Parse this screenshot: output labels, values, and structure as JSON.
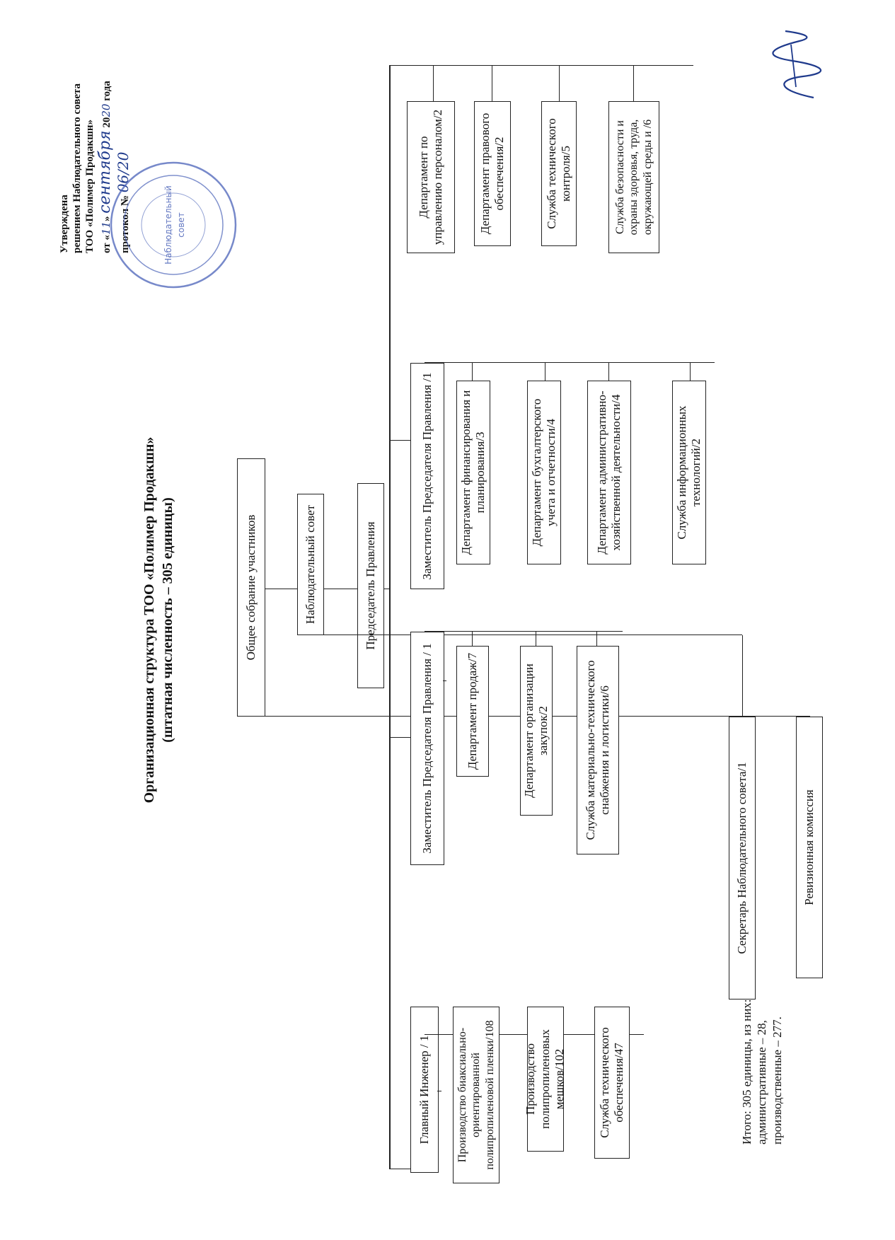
{
  "title": "Организационная структура ТОО «Полимер Продакшн»",
  "subtitle": "(штатная численность – 305 единицы)",
  "approval": {
    "line1": "Утверждена",
    "line2": "решением Наблюдательного совета",
    "line3": "ТОО «Полимер Продакшн»",
    "date_prefix": "от «",
    "date_day": "11",
    "date_mid": "»",
    "date_month": "сентября",
    "date_year_prefix": "20",
    "date_year": "20",
    "date_suffix": "года",
    "protocol_prefix": "протокол №",
    "protocol_no": "06/20"
  },
  "seal": {
    "center_line1": "Наблюдательный",
    "center_line2": "совет"
  },
  "governance": {
    "general_meeting": "Общее собрание участников",
    "audit_commission": "Ревизионная комиссия",
    "supervisory_board": "Наблюдательный совет",
    "board_secretary": "Секретарь Наблюдательного совета/1",
    "chairman": "Председатель Правления"
  },
  "branches": [
    {
      "head": "Главный Инженер / 1",
      "units": [
        "Производство биаксиально-ориентированной полипропиленовой пленки/108",
        "Производство полипропиленовых мешков/102",
        "Служба технического обеспечения/47"
      ]
    },
    {
      "head": "Заместитель Председателя Правления / 1",
      "units": [
        "Департамент продаж/7",
        "Департамент организации закупок/2",
        "Служба материально-технического снабжения и логистики/6"
      ]
    },
    {
      "head": "Заместитель Председателя Правления /1",
      "units": [
        "Департамент финансирования и планирования/3",
        "Департамент бухгалтерского учета и отчетности/4",
        "Департамент административно-хозяйственной деятельности/4",
        "Служба информационных технологий/2"
      ]
    },
    {
      "head": "",
      "units": [
        "Департамент по управлению персоналом/2",
        "Департамент правового обеспечения/2",
        "Служба технического контроля/5",
        "Служба безопасности и охраны здоровья, труда, окружающей среды и /6"
      ]
    }
  ],
  "summary": {
    "line1": "Итого: 305 единицы, из них:",
    "line2": "административные – 28,",
    "line3": "производственные – 277."
  },
  "colors": {
    "line": "#222222",
    "ink": "#1f3a8c",
    "seal": "#4a62b8"
  }
}
